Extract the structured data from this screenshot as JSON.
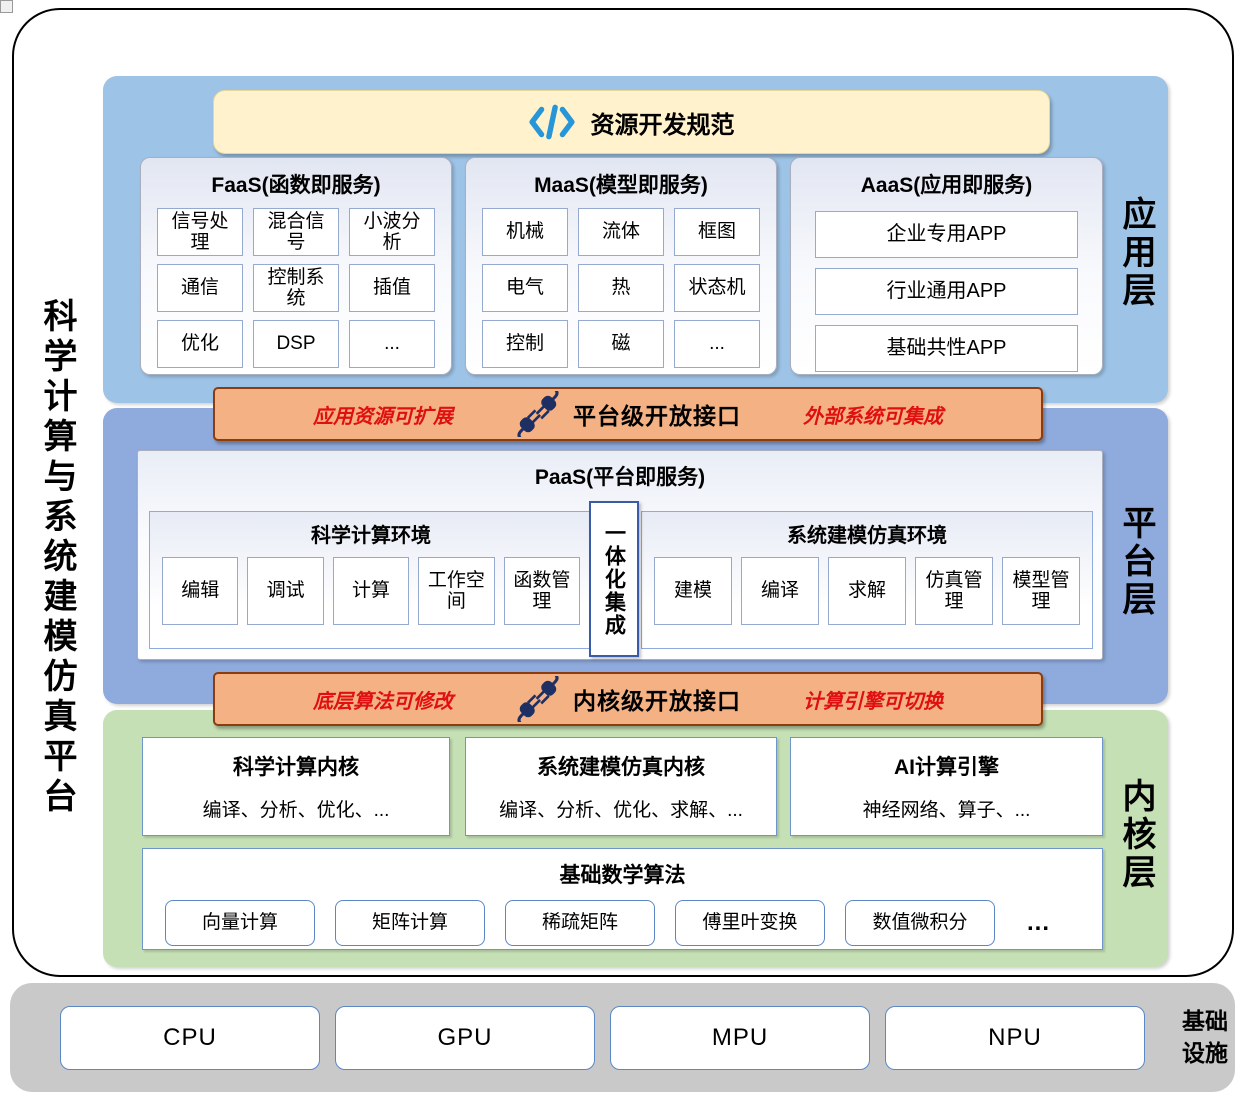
{
  "title_vertical": "科学计算与系统建模仿真平台",
  "app_layer": {
    "label": "应用层",
    "dev_spec_label": "资源开发规范",
    "faas": {
      "title": "FaaS(函数即服务)",
      "items": [
        "信号处理",
        "混合信号",
        "小波分析",
        "通信",
        "控制系统",
        "插值",
        "优化",
        "DSP",
        "..."
      ]
    },
    "maas": {
      "title": "MaaS(模型即服务)",
      "items": [
        "机械",
        "流体",
        "框图",
        "电气",
        "热",
        "状态机",
        "控制",
        "磁",
        "..."
      ]
    },
    "aaas": {
      "title": "AaaS(应用即服务)",
      "items": [
        "企业专用APP",
        "行业通用APP",
        "基础共性APP"
      ]
    }
  },
  "platform_banner": {
    "left_note": "应用资源可扩展",
    "title": "平台级开放接口",
    "right_note": "外部系统可集成"
  },
  "platform_layer": {
    "label": "平台层",
    "paas_title": "PaaS(平台即服务)",
    "sci_env": {
      "title": "科学计算环境",
      "items": [
        "编辑",
        "调试",
        "计算",
        "工作空间",
        "函数管理"
      ]
    },
    "integration_label": "一体化集成",
    "sim_env": {
      "title": "系统建模仿真环境",
      "items": [
        "建模",
        "编译",
        "求解",
        "仿真管理",
        "模型管理"
      ]
    }
  },
  "kernel_banner": {
    "left_note": "底层算法可修改",
    "title": "内核级开放接口",
    "right_note": "计算引擎可切换"
  },
  "kernel_layer": {
    "label": "内核层",
    "kernels": [
      {
        "title": "科学计算内核",
        "desc": "编译、分析、优化、..."
      },
      {
        "title": "系统建模仿真内核",
        "desc": "编译、分析、优化、求解、..."
      },
      {
        "title": "AI计算引擎",
        "desc": "神经网络、算子、..."
      }
    ],
    "math": {
      "title": "基础数学算法",
      "items": [
        "向量计算",
        "矩阵计算",
        "稀疏矩阵",
        "傅里叶变换",
        "数值微积分"
      ],
      "more": "..."
    }
  },
  "infrastructure": {
    "label": "基础\n设施",
    "items": [
      "CPU",
      "GPU",
      "MPU",
      "NPU"
    ]
  },
  "icons": {
    "dev_spec": "code-icon",
    "open_interface": "plug-icon"
  },
  "colors": {
    "app_layer_blue": "#9DC3E6",
    "platform_layer_blue": "#8FAADC",
    "kernel_layer_green": "#C5E0B4",
    "banner_orange": "#F4B183",
    "banner_orange_border": "#8C3D10",
    "banner_yellow": "#FFF2CC",
    "infra_gray": "#C9C9C9",
    "note_red": "#E01010",
    "code_icon_blue": "#2796D8",
    "plug_icon_navy": "#1E2F63",
    "box_border_blue": "#5B87C5"
  }
}
